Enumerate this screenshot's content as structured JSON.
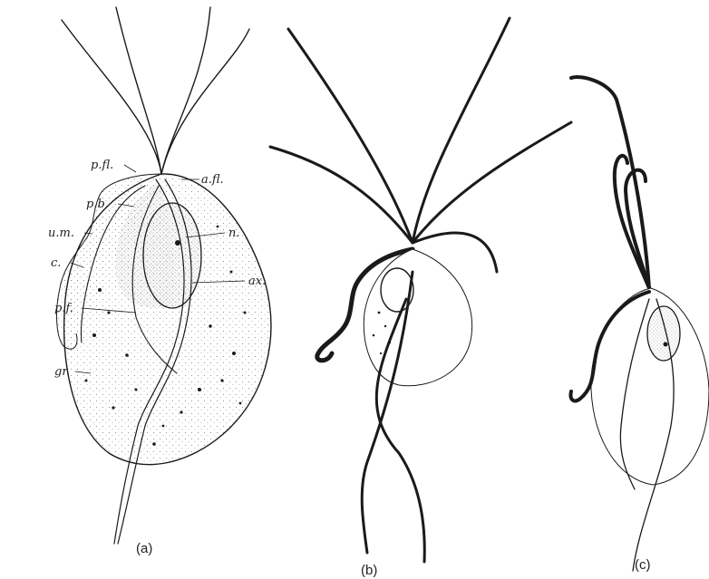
{
  "figure": {
    "panels": [
      {
        "id": "a",
        "label": "(a)"
      },
      {
        "id": "b",
        "label": "(b)"
      },
      {
        "id": "c",
        "label": "(c)"
      }
    ],
    "labels": {
      "a_fl": "a.fl.",
      "p_fl": "p.fl.",
      "p_b": "p.b.",
      "u_m": "u.m.",
      "c": "c.",
      "n": "n.",
      "ax": "ax.",
      "p_f": "p.f.",
      "gr": "gr."
    }
  }
}
